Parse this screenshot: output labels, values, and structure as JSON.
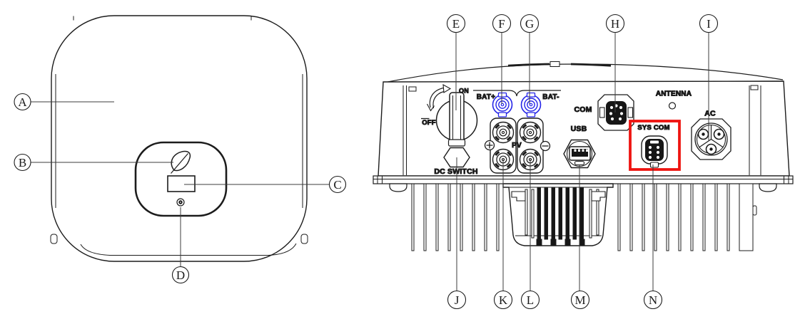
{
  "diagram": {
    "front_callouts": [
      "A",
      "B",
      "C",
      "D"
    ],
    "bottom_callouts_top": [
      "E",
      "F",
      "G",
      "H",
      "I"
    ],
    "bottom_callouts_bottom": [
      "J",
      "K",
      "L",
      "M",
      "N"
    ],
    "port_labels": {
      "on": "ON",
      "off": "OFF",
      "dc_switch": "DC SWITCH",
      "bat_plus": "BAT+",
      "bat_minus": "BAT-",
      "pv": "PV",
      "com": "COM",
      "usb": "USB",
      "sys_com": "SYS COM",
      "antenna": "ANTENNA",
      "ac": "AC"
    },
    "colors": {
      "battery_connector_blue": "#2424e8",
      "highlight_red": "#ee1411",
      "line": "#1c1c1c"
    }
  }
}
